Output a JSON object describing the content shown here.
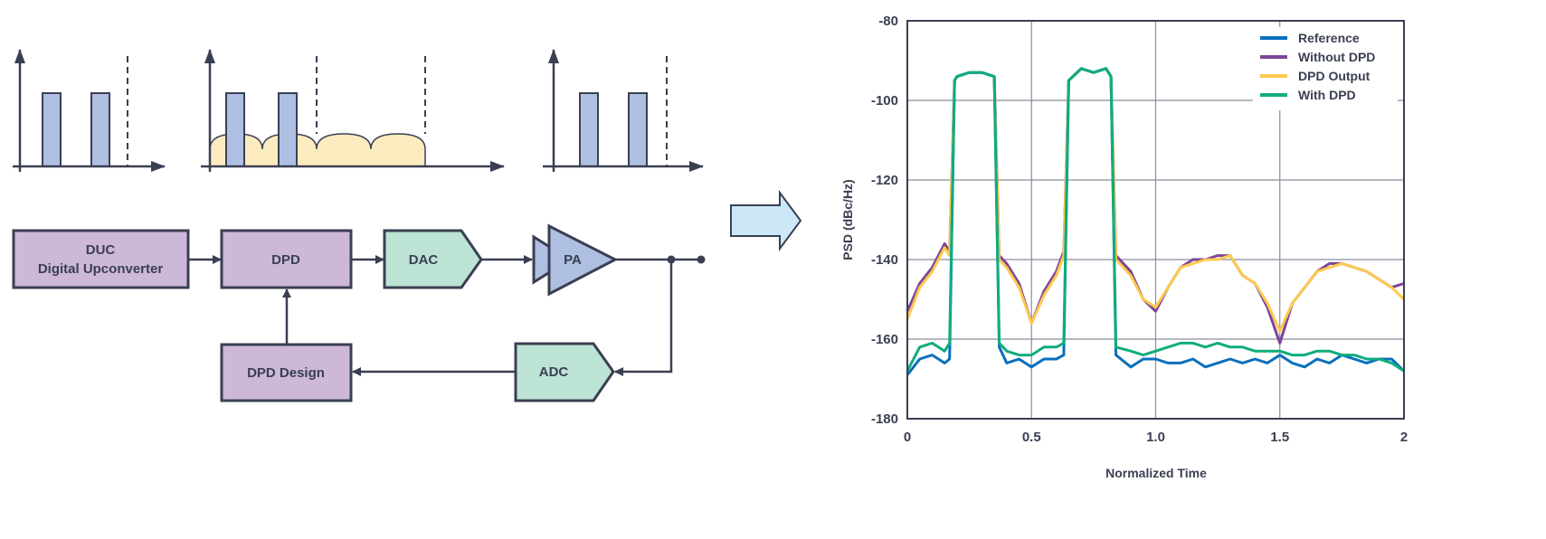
{
  "diagram": {
    "blocks": {
      "duc_line1": "DUC",
      "duc_line2": "Digital Upconverter",
      "dpd": "DPD",
      "dac": "DAC",
      "pa": "PA",
      "dpd_design": "DPD Design",
      "adc": "ADC"
    },
    "colors": {
      "digital_block": "#cdb8d9",
      "converter_block": "#bce3d4",
      "amplifier": "#aebfe2",
      "distortion_spectrum": "#fdebc0",
      "transition_arrow": "#cce8f8"
    }
  },
  "chart_data": {
    "type": "line",
    "title": "",
    "xlabel": "Normalized Time",
    "ylabel": "PSD (dBc/Hz)",
    "xlim": [
      0,
      2
    ],
    "ylim": [
      -180,
      -80
    ],
    "xticks": [
      "0",
      "0.5",
      "1.0",
      "1.5",
      "2"
    ],
    "xtick_values": [
      0,
      0.5,
      1.0,
      1.5,
      2
    ],
    "yticks": [
      "-80",
      "-100",
      "-120",
      "-140",
      "-160",
      "-180"
    ],
    "ytick_values": [
      -80,
      -100,
      -120,
      -140,
      -160,
      -180
    ],
    "grid": true,
    "legend_position": "top-right",
    "x": [
      0,
      0.05,
      0.1,
      0.15,
      0.17,
      0.19,
      0.2,
      0.25,
      0.3,
      0.35,
      0.37,
      0.4,
      0.45,
      0.5,
      0.55,
      0.6,
      0.63,
      0.65,
      0.7,
      0.75,
      0.8,
      0.82,
      0.84,
      0.9,
      0.95,
      1.0,
      1.05,
      1.1,
      1.15,
      1.2,
      1.25,
      1.3,
      1.35,
      1.4,
      1.45,
      1.5,
      1.55,
      1.6,
      1.65,
      1.7,
      1.75,
      1.8,
      1.85,
      1.9,
      1.95,
      2.0
    ],
    "series": [
      {
        "name": "Without DPD",
        "color": "#7d4698",
        "values": [
          -153,
          -146,
          -142,
          -136,
          -138,
          -95,
          -94,
          -93,
          -93,
          -94,
          -139,
          -141,
          -146,
          -156,
          -148,
          -143,
          -138,
          -95,
          -92,
          -93,
          -92,
          -94,
          -139,
          -143,
          -150,
          -153,
          -147,
          -142,
          -140,
          -140,
          -139,
          -139,
          -144,
          -146,
          -152,
          -161,
          -151,
          -147,
          -143,
          -141,
          -141,
          -142,
          -143,
          -145,
          -147,
          -146
        ]
      },
      {
        "name": "DPD Output",
        "color": "#fec94e",
        "values": [
          -155,
          -147,
          -143,
          -137,
          -139,
          -95,
          -94,
          -93,
          -93,
          -94,
          -140,
          -142,
          -147,
          -156,
          -149,
          -144,
          -139,
          -95,
          -92,
          -93,
          -92,
          -94,
          -140,
          -144,
          -150,
          -152,
          -147,
          -142,
          -141,
          -140,
          -140,
          -139,
          -144,
          -146,
          -151,
          -158,
          -151,
          -147,
          -143,
          -142,
          -141,
          -142,
          -143,
          -145,
          -147,
          -150
        ]
      },
      {
        "name": "Reference",
        "color": "#0a6fbd",
        "values": [
          -169,
          -165,
          -164,
          -166,
          -165,
          -95,
          -94,
          -93,
          -93,
          -94,
          -162,
          -166,
          -165,
          -167,
          -165,
          -165,
          -164,
          -95,
          -92,
          -93,
          -92,
          -94,
          -164,
          -167,
          -165,
          -165,
          -166,
          -166,
          -165,
          -167,
          -166,
          -165,
          -166,
          -165,
          -166,
          -164,
          -166,
          -167,
          -165,
          -166,
          -164,
          -165,
          -166,
          -165,
          -165,
          -168
        ]
      },
      {
        "name": "With DPD",
        "color": "#10ac7e",
        "values": [
          -168,
          -162,
          -161,
          -163,
          -161,
          -95,
          -94,
          -93,
          -93,
          -94,
          -161,
          -163,
          -164,
          -164,
          -162,
          -162,
          -161,
          -95,
          -92,
          -93,
          -92,
          -94,
          -162,
          -163,
          -164,
          -163,
          -162,
          -161,
          -161,
          -162,
          -161,
          -162,
          -162,
          -163,
          -163,
          -163,
          -164,
          -164,
          -163,
          -163,
          -164,
          -164,
          -165,
          -165,
          -166,
          -168
        ]
      }
    ],
    "legend_order": [
      "Reference",
      "Without DPD",
      "DPD Output",
      "With DPD"
    ]
  }
}
